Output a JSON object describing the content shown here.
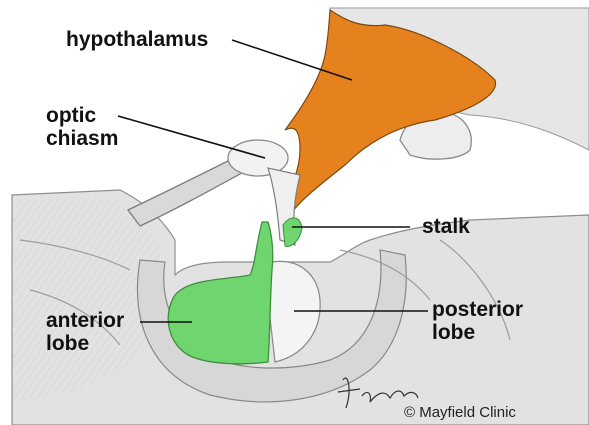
{
  "labels": {
    "hypothalamus": "hypothalamus",
    "optic_chiasm": "optic\nchiasm",
    "stalk": "stalk",
    "anterior_lobe": "anterior\nlobe",
    "posterior_lobe": "posterior\nlobe"
  },
  "credit": "© Mayfield Clinic",
  "signature": "Hines",
  "colors": {
    "hypothalamus": "#E6821E",
    "pituitary": "#6FD66F",
    "bone": "#E4E4E4",
    "line": "#111111"
  }
}
